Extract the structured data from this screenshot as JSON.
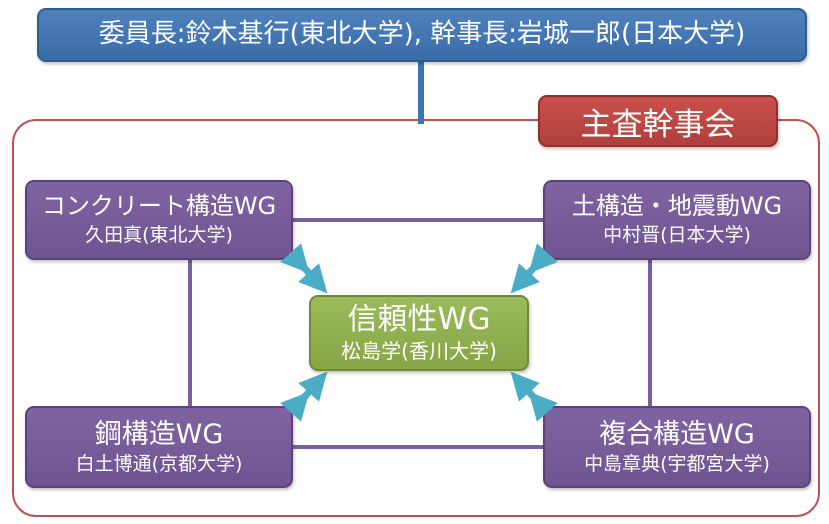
{
  "header": {
    "text": "委員長:鈴木基行(東北大学), 幹事長:岩城一郎(日本大学)"
  },
  "group": {
    "label": "主査幹事会"
  },
  "wgs": {
    "concrete": {
      "title": "コンクリート構造WG",
      "person": "久田真(東北大学)"
    },
    "soil": {
      "title": "土構造・地震動WG",
      "person": "中村晋(日本大学)"
    },
    "reliability": {
      "title": "信頼性WG",
      "person": "松島学(香川大学)"
    },
    "steel": {
      "title": "鋼構造WG",
      "person": "白土博通(京都大学)"
    },
    "composite": {
      "title": "複合構造WG",
      "person": "中島章典(宇都宮大学)"
    }
  },
  "colors": {
    "header": "#4f81bd",
    "committee": "#c0504d",
    "wg": "#8064a2",
    "reliability": "#9bbb59",
    "arrow": "#4bacc6"
  }
}
